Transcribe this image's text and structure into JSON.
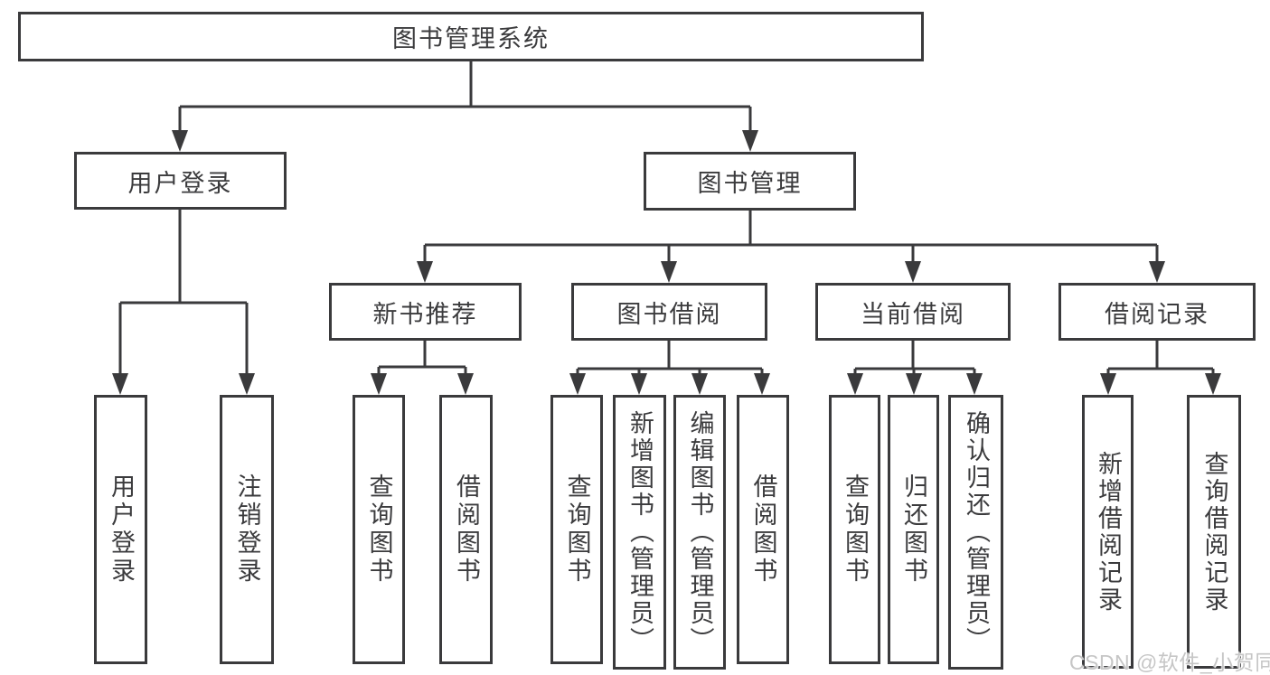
{
  "diagram_type": "tree-structure-chart",
  "root": {
    "label": "图书管理系统"
  },
  "level2": [
    {
      "label": "用户登录"
    },
    {
      "label": "图书管理"
    }
  ],
  "level3": [
    {
      "label": "新书推荐"
    },
    {
      "label": "图书借阅"
    },
    {
      "label": "当前借阅"
    },
    {
      "label": "借阅记录"
    }
  ],
  "leaves": [
    {
      "label": "用户登录",
      "parent": "用户登录"
    },
    {
      "label": "注销登录",
      "parent": "用户登录"
    },
    {
      "label": "查询图书",
      "parent": "新书推荐"
    },
    {
      "label": "借阅图书",
      "parent": "新书推荐"
    },
    {
      "label": "查询图书",
      "parent": "图书借阅"
    },
    {
      "label": "新增图书（管理员）",
      "parent": "图书借阅"
    },
    {
      "label": "编辑图书（管理员）",
      "parent": "图书借阅"
    },
    {
      "label": "借阅图书",
      "parent": "图书借阅"
    },
    {
      "label": "查询图书",
      "parent": "当前借阅"
    },
    {
      "label": "归还图书",
      "parent": "当前借阅"
    },
    {
      "label": "确认归还（管理员）",
      "parent": "当前借阅"
    },
    {
      "label": "新增借阅记录",
      "parent": "借阅记录"
    },
    {
      "label": "查询借阅记录",
      "parent": "借阅记录"
    }
  ],
  "watermark": "CSDN @软件_小贺同学",
  "colors": {
    "line": "#3a3a3c",
    "text": "#3b3b3d",
    "background": "#ffffff",
    "watermark": "#c6c6c6"
  }
}
